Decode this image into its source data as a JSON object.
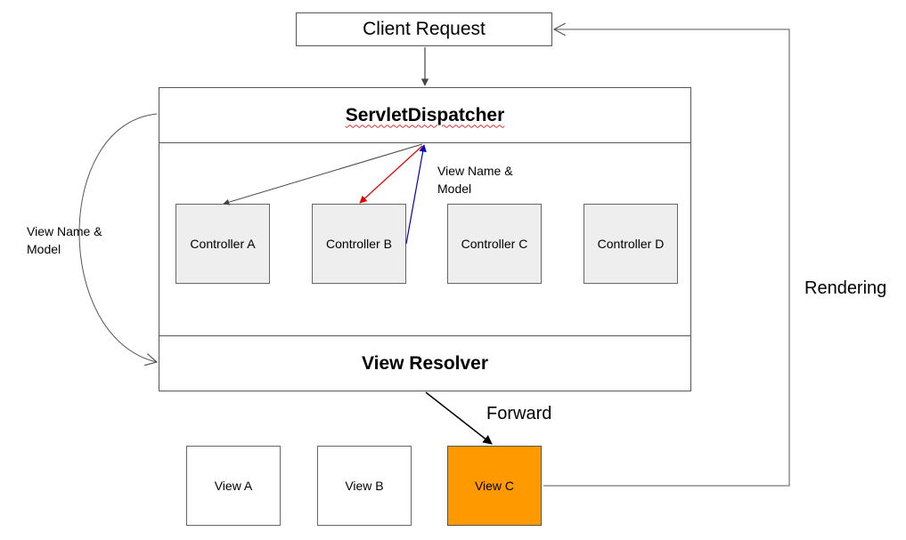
{
  "client_request": "Client Request",
  "dispatcher": "ServletDispatcher",
  "view_resolver": "View Resolver",
  "controllers": [
    "Controller A",
    "Controller B",
    "Controller C",
    "Controller D"
  ],
  "views": [
    "View A",
    "View B",
    "View C"
  ],
  "labels": {
    "view_name_model_inner": [
      "View Name &",
      "Model"
    ],
    "view_name_model_left": [
      "View Name &",
      "Model"
    ],
    "rendering": "Rendering",
    "forward": "Forward"
  },
  "colors": {
    "selected_view_fill": "#ff9900",
    "controller_fill": "#eeeeee",
    "request_arrow": "#e00000",
    "response_arrow": "#0000cc"
  }
}
